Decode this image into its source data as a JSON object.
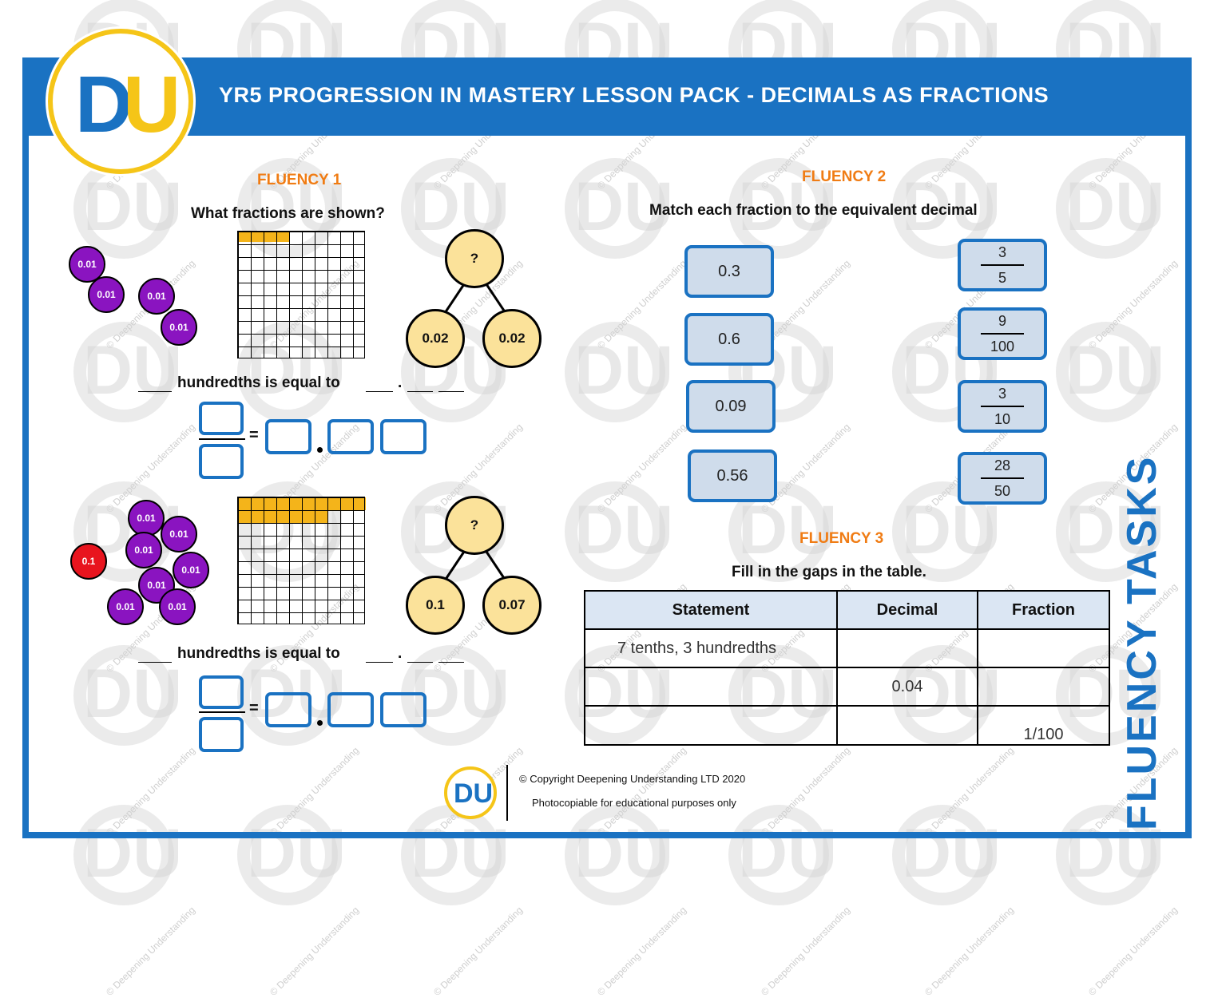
{
  "header": {
    "title": "YR5 PROGRESSION IN MASTERY LESSON PACK - DECIMALS AS FRACTIONS",
    "logo_text": "DU"
  },
  "side_label": "FLUENCY TASKS",
  "watermark": {
    "logo_text": "DU",
    "text": "© Deepening Understanding"
  },
  "fluency1": {
    "heading": "FLUENCY 1",
    "question": "What fractions are shown?",
    "part1": {
      "counters": [
        "0.01",
        "0.01",
        "0.01",
        "0.01"
      ],
      "grid_shaded_fraction": 0.04,
      "whole": "?",
      "parts": [
        "0.02",
        "0.02"
      ],
      "sentence": "hundredths is equal to",
      "decimal_point": "."
    },
    "part2": {
      "tenths_counter": "0.1",
      "counters": [
        "0.01",
        "0.01",
        "0.01",
        "0.01",
        "0.01",
        "0.01",
        "0.01"
      ],
      "grid_shaded_fraction": 0.17,
      "whole": "?",
      "parts": [
        "0.1",
        "0.07"
      ],
      "sentence": "hundredths is equal to",
      "decimal_point": "."
    },
    "equals": "="
  },
  "fluency2": {
    "heading": "FLUENCY 2",
    "question": "Match each fraction to the equivalent decimal",
    "decimals": [
      "0.3",
      "0.6",
      "0.09",
      "0.56"
    ],
    "fractions": [
      {
        "num": "3",
        "den": "5"
      },
      {
        "num": "9",
        "den": "100"
      },
      {
        "num": "3",
        "den": "10"
      },
      {
        "num": "28",
        "den": "50"
      }
    ]
  },
  "fluency3": {
    "heading": "FLUENCY 3",
    "question": "Fill in the gaps in the table.",
    "columns": [
      "Statement",
      "Decimal",
      "Fraction"
    ],
    "rows": [
      [
        "7 tenths, 3 hundredths",
        "",
        ""
      ],
      [
        "",
        "0.04",
        ""
      ],
      [
        "",
        "",
        "1/100"
      ]
    ]
  },
  "footer": {
    "logo_text": "DU",
    "copyright": "© Copyright Deepening Understanding LTD 2020",
    "note": "Photocopiable for educational purposes only"
  },
  "colors": {
    "brand_blue": "#1a72c2",
    "brand_yellow": "#f5c518",
    "heading_orange": "#f07c14",
    "counter_purple": "#8a14c0",
    "counter_red": "#e8141e",
    "card_fill": "#cfdceb",
    "shade": "#f4b41a"
  }
}
